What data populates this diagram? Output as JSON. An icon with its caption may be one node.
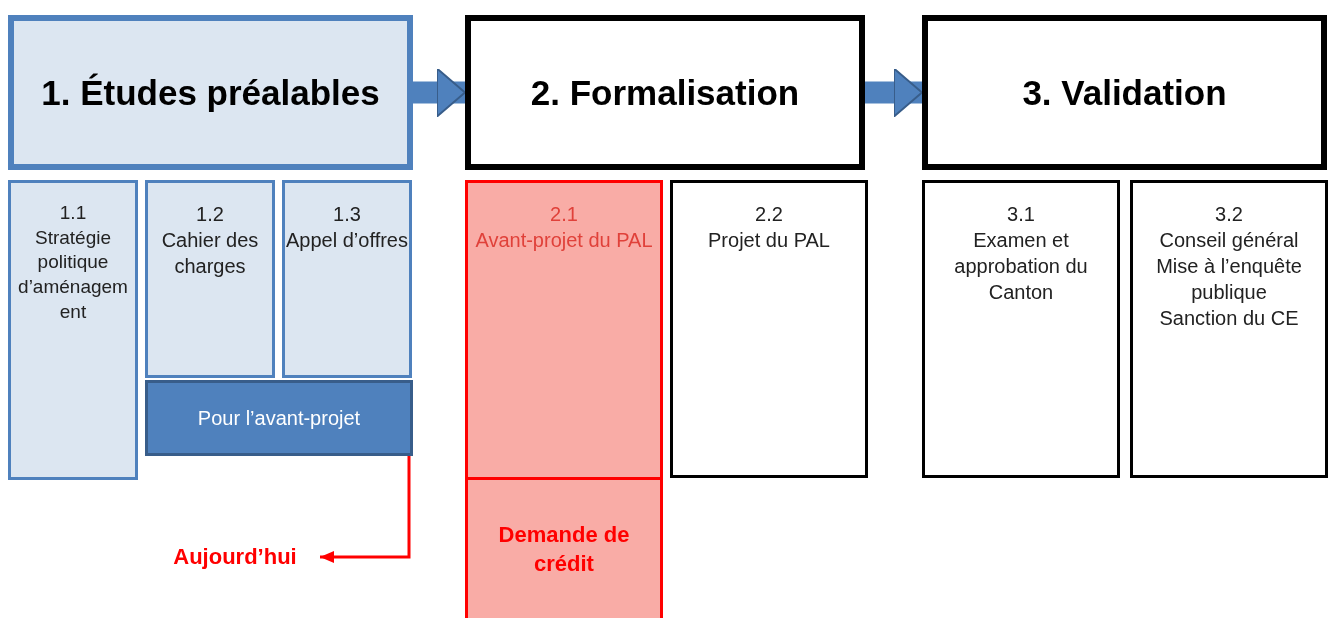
{
  "diagram": {
    "nodes": [
      {
        "text": [
          "1. Études préalables"
        ]
      },
      {
        "text": [
          "2. Formalisation"
        ]
      },
      {
        "text": [
          "3. Validation"
        ]
      },
      {
        "text": [
          "1.1",
          "Stratégie politique d’aménagement"
        ]
      },
      {
        "text": [
          "1.2",
          "Cahier des charges"
        ]
      },
      {
        "text": [
          "1.3",
          "Appel d’offres"
        ]
      },
      {
        "text": [
          "Pour l’avant-projet"
        ]
      },
      {
        "text": [
          "2.1",
          "Avant-projet du PAL"
        ]
      },
      {
        "text": [
          "Demande de crédit"
        ]
      },
      {
        "text": [
          "2.2",
          "Projet du PAL"
        ]
      },
      {
        "text": [
          "3.1",
          "Examen et approbation du Canton"
        ]
      },
      {
        "text": [
          "3.2",
          "Conseil général",
          "Mise à l’enquête publique",
          "Sanction du CE"
        ]
      },
      {
        "text": [
          "Aujourd’hui"
        ]
      }
    ],
    "edges": [
      {
        "from": 0,
        "to": 1,
        "arrow": "to"
      },
      {
        "from": 1,
        "to": 2,
        "arrow": "to"
      },
      {
        "from": 6,
        "to": 12,
        "arrow": "to",
        "color": "#ff0000"
      }
    ]
  }
}
